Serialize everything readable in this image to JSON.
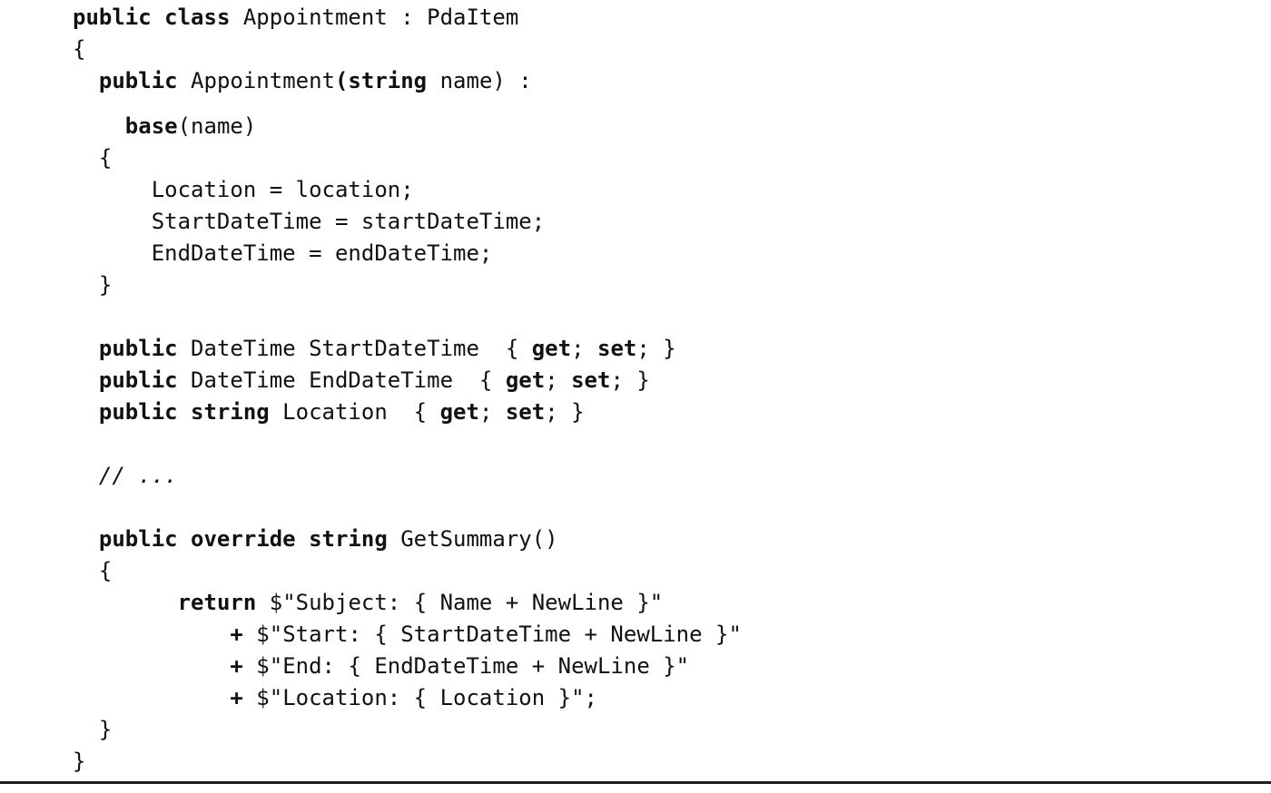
{
  "meta": {
    "content_type": "code-listing",
    "language": "C#",
    "colors": {
      "background": "#ffffff",
      "text": "#111111",
      "rule": "#1e1e1e"
    }
  },
  "code": {
    "lines": [
      {
        "indent": 0,
        "parts": [
          [
            "b",
            "public class"
          ],
          [
            "r",
            " Appointment : PdaItem"
          ]
        ]
      },
      {
        "indent": 0,
        "parts": [
          [
            "r",
            "{"
          ]
        ]
      },
      {
        "indent": 2,
        "parts": [
          [
            "b",
            "public"
          ],
          [
            "r",
            " Appointment"
          ],
          [
            "b",
            "(string"
          ],
          [
            "r",
            " name) :"
          ]
        ]
      },
      {
        "indent": 4,
        "extra_gap": true,
        "parts": [
          [
            "b",
            "base"
          ],
          [
            "r",
            "(name)"
          ]
        ]
      },
      {
        "indent": 2,
        "parts": [
          [
            "r",
            "{"
          ]
        ]
      },
      {
        "indent": 6,
        "parts": [
          [
            "r",
            "Location = location;"
          ]
        ]
      },
      {
        "indent": 6,
        "parts": [
          [
            "r",
            "StartDateTime = startDateTime;"
          ]
        ]
      },
      {
        "indent": 6,
        "parts": [
          [
            "r",
            "EndDateTime = endDateTime;"
          ]
        ]
      },
      {
        "indent": 2,
        "parts": [
          [
            "r",
            "}"
          ]
        ]
      },
      {
        "indent": 0,
        "parts": []
      },
      {
        "indent": 2,
        "parts": [
          [
            "b",
            "public"
          ],
          [
            "r",
            " DateTime StartDateTime  { "
          ],
          [
            "b",
            "get"
          ],
          [
            "r",
            "; "
          ],
          [
            "b",
            "set"
          ],
          [
            "r",
            "; }"
          ]
        ]
      },
      {
        "indent": 2,
        "parts": [
          [
            "b",
            "public"
          ],
          [
            "r",
            " DateTime EndDateTime  { "
          ],
          [
            "b",
            "get"
          ],
          [
            "r",
            "; "
          ],
          [
            "b",
            "set"
          ],
          [
            "r",
            "; }"
          ]
        ]
      },
      {
        "indent": 2,
        "parts": [
          [
            "b",
            "public string"
          ],
          [
            "r",
            " Location  { "
          ],
          [
            "b",
            "get"
          ],
          [
            "r",
            "; "
          ],
          [
            "b",
            "set"
          ],
          [
            "r",
            "; }"
          ]
        ]
      },
      {
        "indent": 0,
        "parts": []
      },
      {
        "indent": 2,
        "parts": [
          [
            "i",
            "// ..."
          ]
        ]
      },
      {
        "indent": 0,
        "parts": []
      },
      {
        "indent": 2,
        "parts": [
          [
            "b",
            "public override string"
          ],
          [
            "r",
            " GetSummary()"
          ]
        ]
      },
      {
        "indent": 2,
        "parts": [
          [
            "r",
            "{"
          ]
        ]
      },
      {
        "indent": 8,
        "parts": [
          [
            "b",
            "return"
          ],
          [
            "r",
            " $\"Subject: { Name + NewLine }\""
          ]
        ]
      },
      {
        "indent": 12,
        "parts": [
          [
            "b",
            "+"
          ],
          [
            "r",
            " $\"Start: { StartDateTime + NewLine }\""
          ]
        ]
      },
      {
        "indent": 12,
        "parts": [
          [
            "b",
            "+"
          ],
          [
            "r",
            " $\"End: { EndDateTime + NewLine }\""
          ]
        ]
      },
      {
        "indent": 12,
        "parts": [
          [
            "b",
            "+"
          ],
          [
            "r",
            " $\"Location: { Location }\";"
          ]
        ]
      },
      {
        "indent": 2,
        "parts": [
          [
            "r",
            "}"
          ]
        ]
      },
      {
        "indent": 0,
        "parts": [
          [
            "r",
            "}"
          ]
        ]
      }
    ]
  }
}
